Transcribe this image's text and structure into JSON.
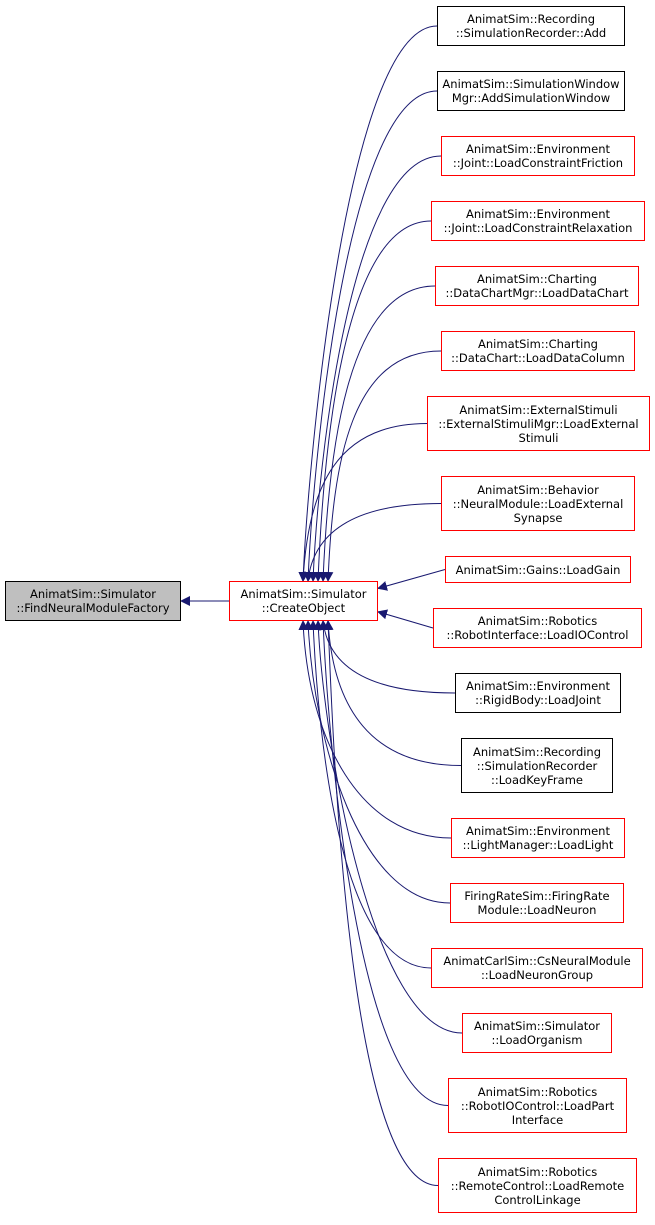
{
  "colors": {
    "edge": "#191970",
    "border_red": "#ff0000",
    "border_black": "#000000",
    "focus_fill": "#bfbfbf"
  },
  "focus": {
    "label": "AnimatSim::Simulator\n::FindNeuralModuleFactory"
  },
  "center": {
    "label": "AnimatSim::Simulator\n::CreateObject"
  },
  "callers": [
    {
      "label": "AnimatSim::Recording\n::SimulationRecorder::Add",
      "border": "black"
    },
    {
      "label": "AnimatSim::SimulationWindow\nMgr::AddSimulationWindow",
      "border": "black"
    },
    {
      "label": "AnimatSim::Environment\n::Joint::LoadConstraintFriction",
      "border": "red"
    },
    {
      "label": "AnimatSim::Environment\n::Joint::LoadConstraintRelaxation",
      "border": "red"
    },
    {
      "label": "AnimatSim::Charting\n::DataChartMgr::LoadDataChart",
      "border": "red"
    },
    {
      "label": "AnimatSim::Charting\n::DataChart::LoadDataColumn",
      "border": "red"
    },
    {
      "label": "AnimatSim::ExternalStimuli\n::ExternalStimuliMgr::LoadExternal\nStimuli",
      "border": "red"
    },
    {
      "label": "AnimatSim::Behavior\n::NeuralModule::LoadExternal\nSynapse",
      "border": "red"
    },
    {
      "label": "AnimatSim::Gains::LoadGain",
      "border": "red"
    },
    {
      "label": "AnimatSim::Robotics\n::RobotInterface::LoadIOControl",
      "border": "red"
    },
    {
      "label": "AnimatSim::Environment\n::RigidBody::LoadJoint",
      "border": "black"
    },
    {
      "label": "AnimatSim::Recording\n::SimulationRecorder\n::LoadKeyFrame",
      "border": "black"
    },
    {
      "label": "AnimatSim::Environment\n::LightManager::LoadLight",
      "border": "red"
    },
    {
      "label": "FiringRateSim::FiringRate\nModule::LoadNeuron",
      "border": "red"
    },
    {
      "label": "AnimatCarlSim::CsNeuralModule\n::LoadNeuronGroup",
      "border": "red"
    },
    {
      "label": "AnimatSim::Simulator\n::LoadOrganism",
      "border": "red"
    },
    {
      "label": "AnimatSim::Robotics\n::RobotIOControl::LoadPart\nInterface",
      "border": "red"
    },
    {
      "label": "AnimatSim::Robotics\n::RemoteControl::LoadRemote\nControlLinkage",
      "border": "red"
    }
  ]
}
